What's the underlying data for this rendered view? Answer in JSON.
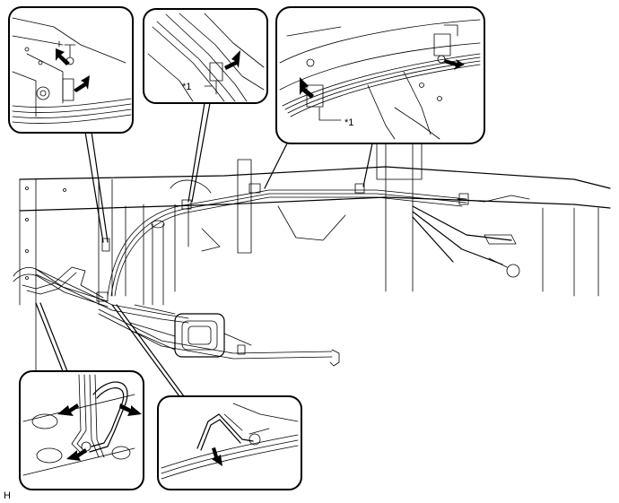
{
  "figure_code": "H",
  "callouts": {
    "inset_top_middle": "*1",
    "inset_top_right": "*1"
  },
  "icons": {
    "arrow": "arrow-icon",
    "clamp": "clamp-icon",
    "bolt": "bolt-icon"
  }
}
